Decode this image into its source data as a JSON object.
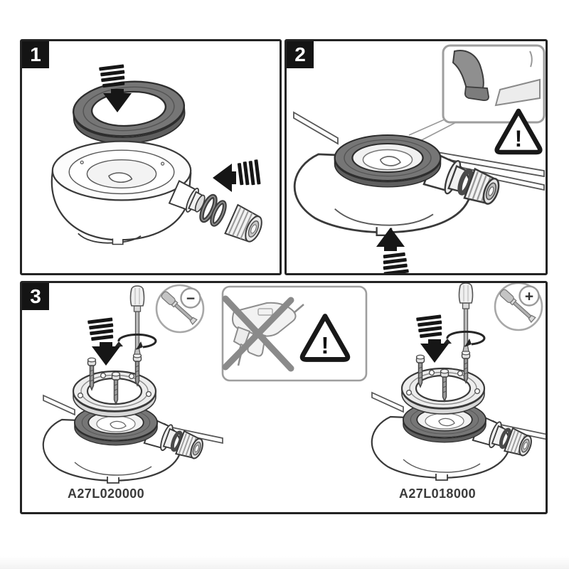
{
  "steps": [
    {
      "number": "1"
    },
    {
      "number": "2"
    },
    {
      "number": "3"
    }
  ],
  "part_numbers": {
    "left_model": "A27L020000",
    "right_model": "A27L018000"
  },
  "icons": {
    "warning_exclamation": "!",
    "flathead_badge": "−",
    "phillips_badge": "+",
    "cross_out": "✕"
  },
  "colors": {
    "panel_border": "#232323",
    "badge_background": "#141414",
    "badge_text": "#ffffff",
    "drawing_line": "#3a3a3a",
    "gasket_gray": "#767676",
    "arrow_black": "#161616",
    "pictogram_gray": "#8d8d8d",
    "part_number_text": "#3b3b3b"
  }
}
